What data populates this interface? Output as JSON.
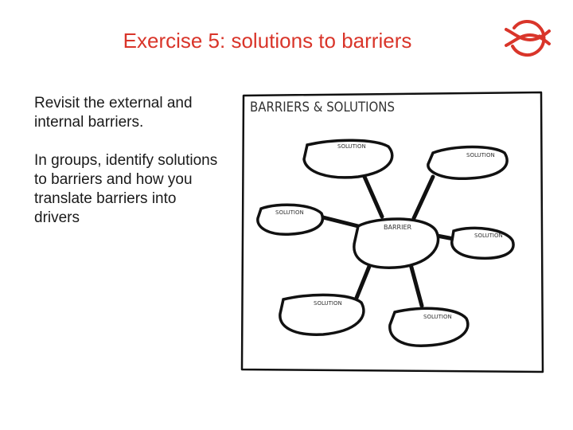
{
  "title": "Exercise 5: solutions to barriers",
  "logo": {
    "icon": "fish-in-circle-icon",
    "color": "#d9352a"
  },
  "body": {
    "paragraph_1": "Revisit the external and internal barriers.",
    "paragraph_2": "In groups, identify solutions to barriers and how you translate barriers into drivers"
  },
  "diagram": {
    "heading": "BARRIERS & SOLUTIONS",
    "center_label": "BARRIER",
    "node_label": "SOLUTION"
  },
  "colors": {
    "accent": "#d9352a",
    "text": "#1a1a1a",
    "ink": "#111111"
  }
}
